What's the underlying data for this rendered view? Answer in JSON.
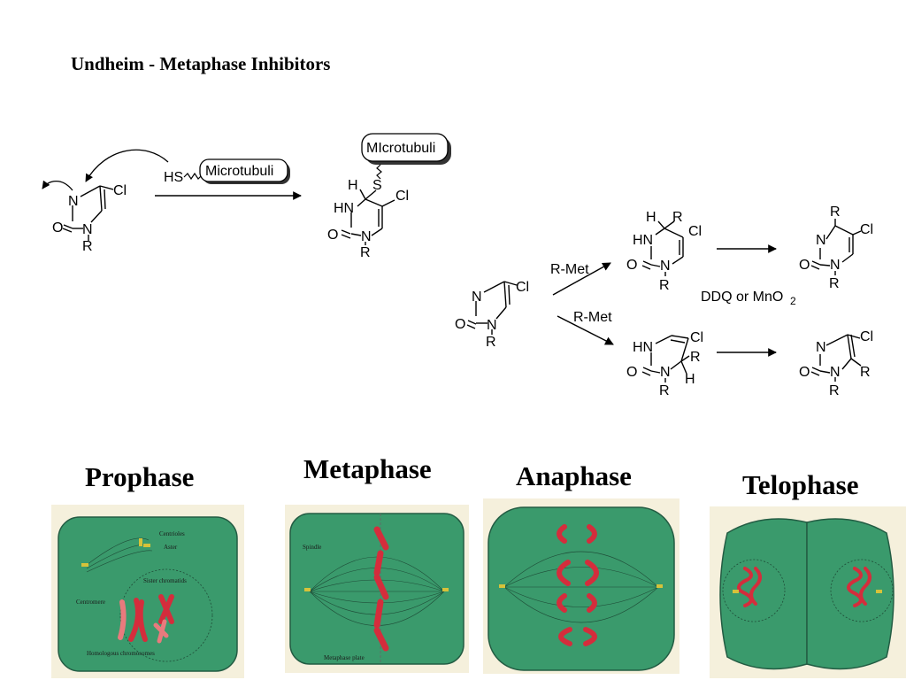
{
  "title": "Undheim - Metaphase Inhibitors",
  "scheme1": {
    "start": {
      "n": "N",
      "o": "O",
      "n_sub": "N",
      "r": "R",
      "cl": "Cl"
    },
    "reagent": {
      "hs": "HS",
      "label": "Microtubuli"
    },
    "product": {
      "tag": "MIcrotubuli",
      "s": "S",
      "h": "H",
      "hn": "HN",
      "o": "O",
      "n": "N",
      "r": "R",
      "cl": "Cl"
    }
  },
  "scheme2": {
    "start": {
      "n": "N",
      "o": "O",
      "n_sub": "N",
      "r": "R",
      "cl": "Cl"
    },
    "reagent_top": "R-Met",
    "reagent_bottom": "R-Met",
    "oxidant": "DDQ or MnO",
    "oxidant_sub": "2",
    "top_intermediate": {
      "h": "H",
      "r": "R",
      "hn": "HN",
      "cl": "Cl",
      "o": "O",
      "n": "N",
      "r_n": "R"
    },
    "top_product": {
      "r": "R",
      "n": "N",
      "cl": "Cl",
      "o": "O",
      "n_sub": "N",
      "r_n": "R"
    },
    "bottom_intermediate": {
      "hn": "HN",
      "cl": "Cl",
      "r": "R",
      "o": "O",
      "n": "N",
      "h": "H",
      "r_n": "R"
    },
    "bottom_product": {
      "n": "N",
      "cl": "Cl",
      "o": "O",
      "n_sub": "N",
      "r": "R",
      "r_n": "R"
    }
  },
  "phases": [
    {
      "label": "Prophase",
      "annotations": [
        "Centrioles",
        "Aster",
        "Sister chromatids",
        "Centromere",
        "Homologous chromosomes"
      ]
    },
    {
      "label": "Metaphase",
      "annotations": [
        "Spindle",
        "Metaphase plate"
      ]
    },
    {
      "label": "Anaphase",
      "annotations": []
    },
    {
      "label": "Telophase",
      "annotations": []
    }
  ],
  "colors": {
    "cell": "#3a9a6c",
    "cell_dark": "#2f7f59",
    "chromosome": "#d42d3c",
    "chromosome_light": "#e97a7d",
    "panel_bg": "#f5f0dc"
  }
}
